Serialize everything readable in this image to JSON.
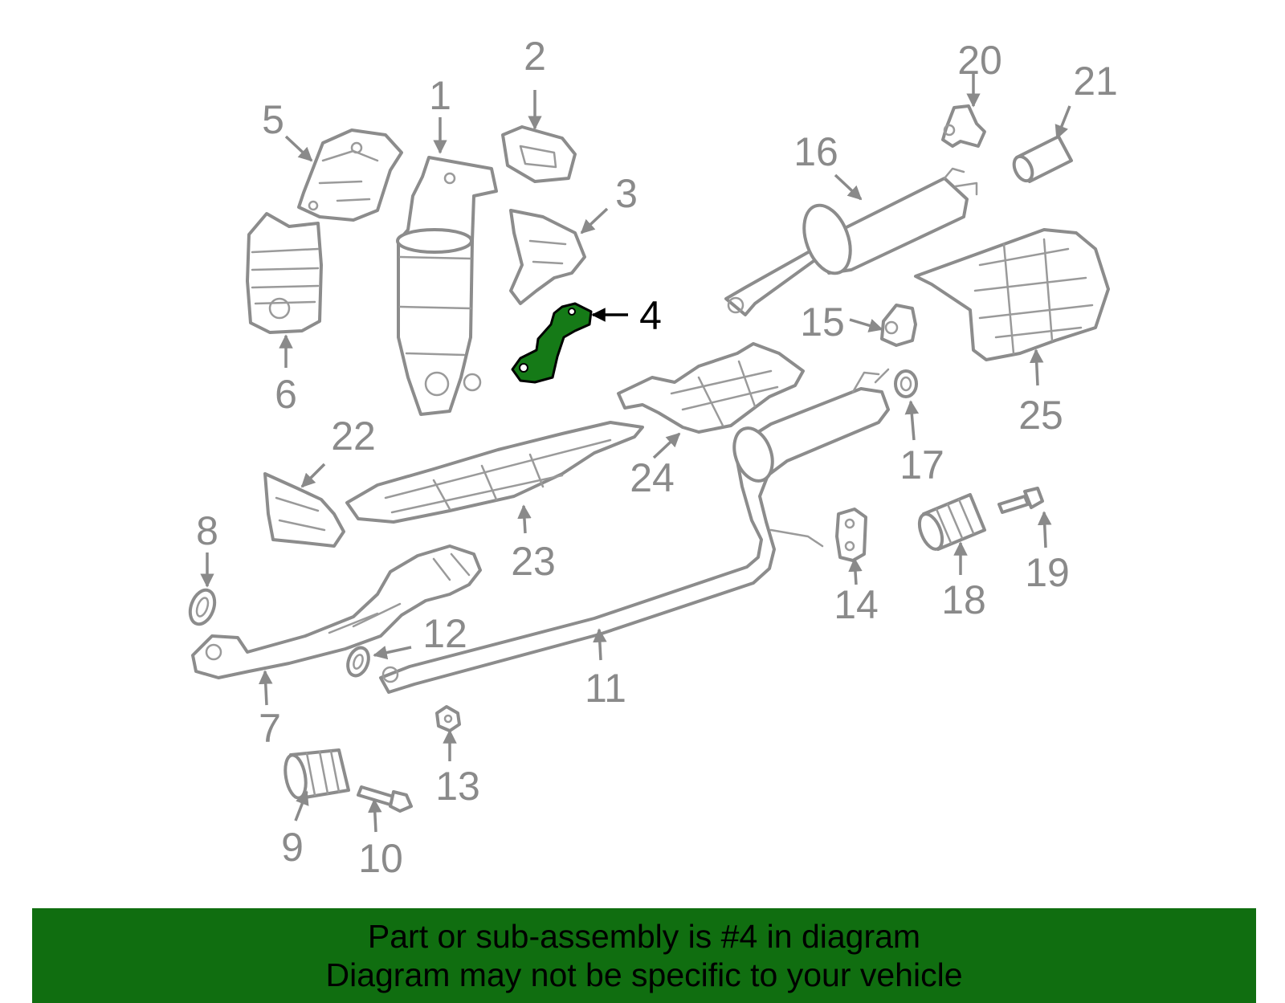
{
  "highlight": {
    "part": "4",
    "color": "#157a17",
    "banner_color": "#106e10"
  },
  "callouts": [
    "1",
    "2",
    "3",
    "4",
    "5",
    "6",
    "7",
    "8",
    "9",
    "10",
    "11",
    "12",
    "13",
    "14",
    "15",
    "16",
    "17",
    "18",
    "19",
    "20",
    "21",
    "22",
    "23",
    "24",
    "25"
  ],
  "banner": {
    "line1": "Part or sub-assembly is #4 in diagram",
    "line2": "Diagram may not be specific to your vehicle"
  }
}
